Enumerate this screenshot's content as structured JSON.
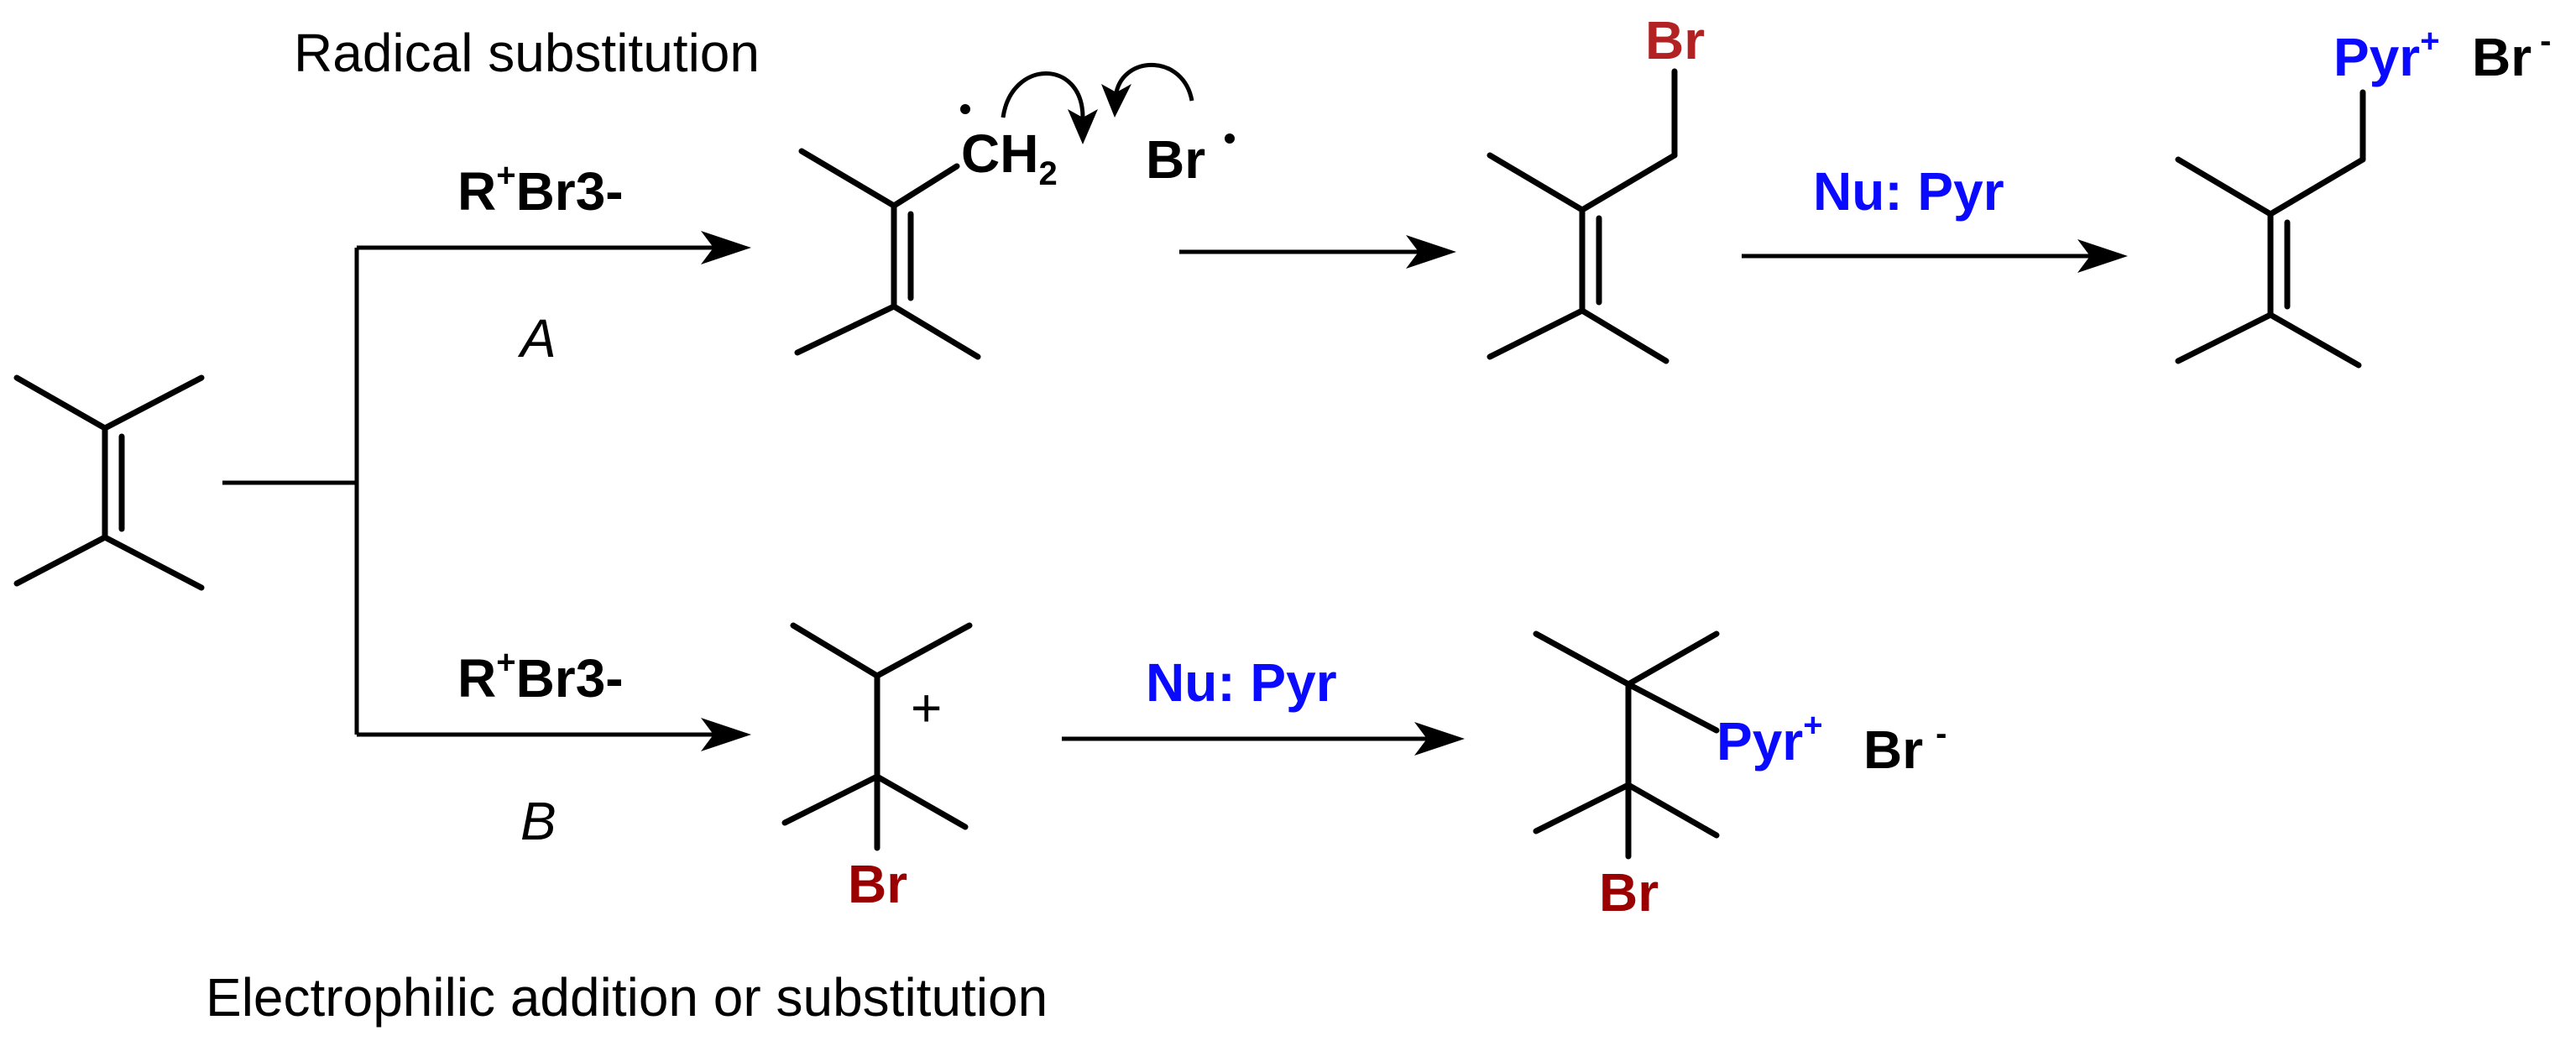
{
  "captions": {
    "top": "Radical substitution",
    "bottom": "Electrophilic addition or substitution"
  },
  "reagents": {
    "reagent_a": {
      "main": "R",
      "sup": "+",
      "tail": "Br3-"
    },
    "reagent_b": {
      "main": "R",
      "sup": "+",
      "tail": "Br3-"
    },
    "label_a": "A",
    "label_b": "B",
    "nucleophile": "Nu: Pyr"
  },
  "atoms": {
    "ch2": {
      "main": "CH",
      "sub": "2"
    },
    "br_radical": "Br",
    "br": "Br",
    "pyr": "Pyr",
    "plus": "+",
    "minus": "-",
    "charge_plus": "+"
  },
  "colors": {
    "nucleophile": "#0a0aff",
    "bromine": "#b22222",
    "bromine_dark": "#9b0000",
    "black": "#000000"
  }
}
